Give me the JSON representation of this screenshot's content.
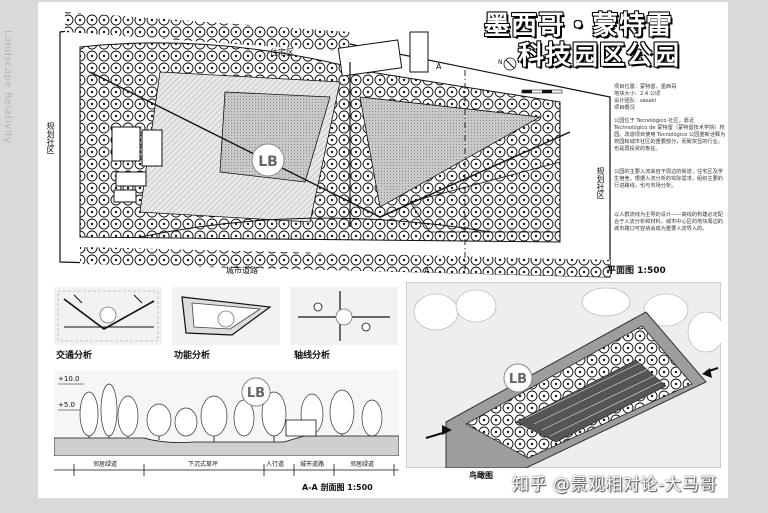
{
  "side_text": "Landscape Relativity",
  "title": {
    "line1": "墨西哥・蒙特雷",
    "line2": "科技园区公园"
  },
  "info": [
    "项目位置：蒙特雷，墨西哥",
    "地块大小：2.4 公顷",
    "设计团队：sasaki",
    "项目概况"
  ],
  "paragraphs": [
    "公园位于 Tecnológico 社区，靠近 Technológico de 蒙特雷（蒙特雷技术学院）校园。改造项目使用 Tecnológico 公园重新诠释为校园和城市社区的重要部分，而致突显的行业，也是再投资的象征。",
    "公园的主要入流来自于周边的街道，住宅区及学生宿舍，根据人流分析的实际需求，组织主要的行进路线，也与市场分析。",
    "以人群流线为主导的设计——高线的构建必定配合于人流分析和材料，城市中心区的地块周边的城市路口可容纳会成为重要人流导入的。"
  ],
  "labels": {
    "residential": "住宅区",
    "planned_left": "规划社区",
    "planned_right": "规划社区",
    "city_road": "城市道路",
    "plan_caption": "平面图 1:500",
    "section_marker_a1": "A",
    "section_marker_a2": "A",
    "traffic": "交通分析",
    "function": "功能分析",
    "axis": "轴线分析",
    "elev_10": "+10.0",
    "elev_5": "+5.0",
    "section_caption": "A-A 剖面图 1:500",
    "aerial": "鸟瞰图",
    "logo_text": "景观相对论"
  },
  "section_ticks": [
    "邻居绿道",
    "下沉式草坪",
    "人行道",
    "城市道路",
    "邻居绿道"
  ],
  "watermark": "知乎 @景观相对论-大马哥",
  "colors": {
    "board": "#ffffff",
    "background": "#d9d9d9",
    "ink": "#111111"
  }
}
